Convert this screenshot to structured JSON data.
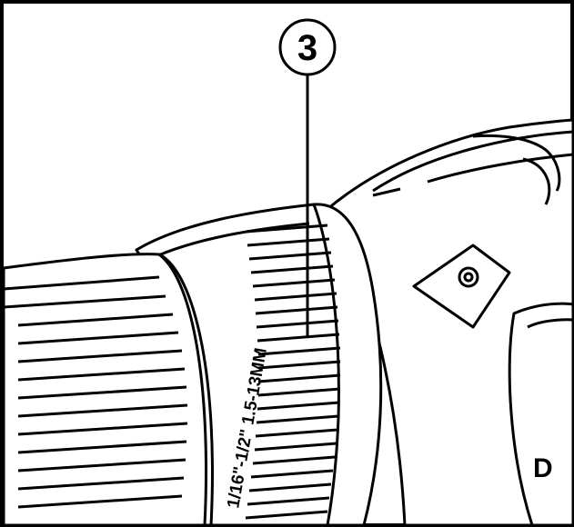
{
  "callout": {
    "number": "3"
  },
  "collar": {
    "size_marking": "1/16\"-1/2\"  1.5-13MM"
  },
  "housing": {
    "brand_fragment": "D"
  },
  "colors": {
    "line": "#000000",
    "fill": "#ffffff"
  }
}
